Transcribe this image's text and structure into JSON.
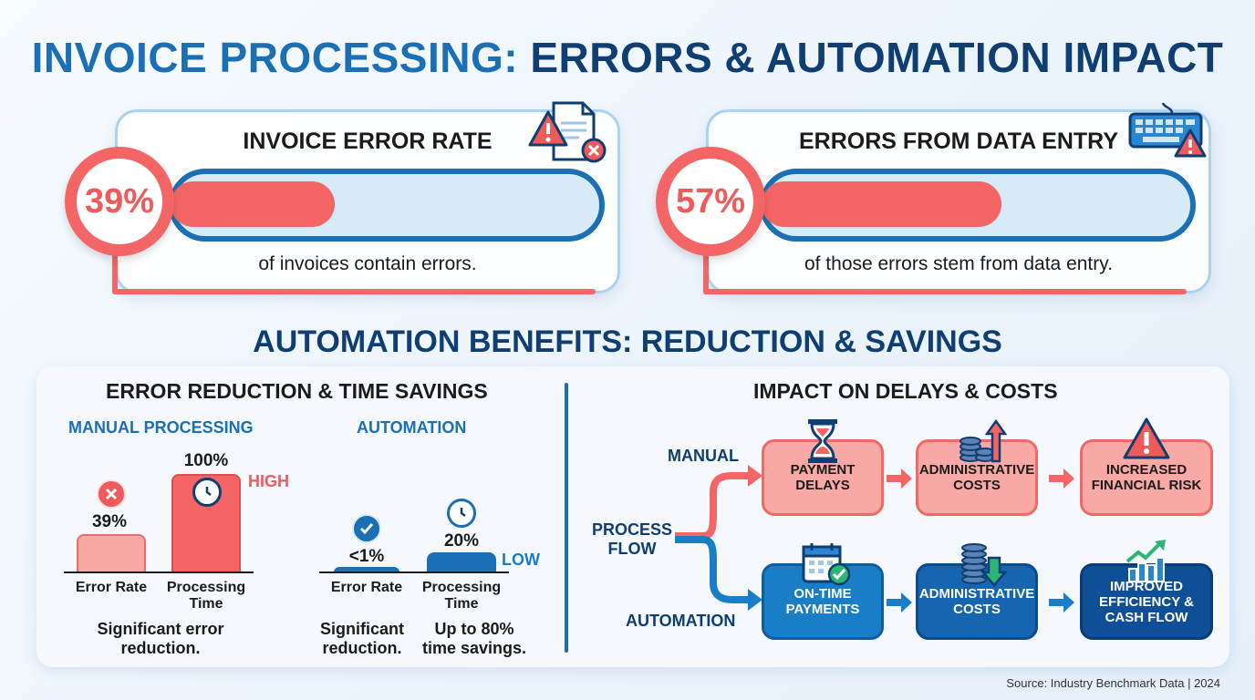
{
  "title": {
    "part1": "INVOICE PROCESSING:",
    "part2": "ERRORS & AUTOMATION IMPACT"
  },
  "cards": [
    {
      "title": "INVOICE ERROR RATE",
      "value": "39%",
      "fill_pct": 39,
      "caption": "of invoices contain errors.",
      "icon": "invoice-error-icon"
    },
    {
      "title": "ERRORS FROM DATA ENTRY",
      "value": "57%",
      "fill_pct": 57,
      "caption": "of those errors stem from data entry.",
      "icon": "keyboard-warning-icon"
    }
  ],
  "section_title": "AUTOMATION BENEFITS: REDUCTION & SAVINGS",
  "left_panel": {
    "title": "ERROR REDUCTION & TIME SAVINGS",
    "manual": {
      "label": "MANUAL PROCESSING",
      "error_value": "39%",
      "error_label": "Error Rate",
      "time_value": "100%",
      "time_label_1": "Processing",
      "time_label_2": "Time",
      "level_tag": "HIGH",
      "summary_1": "Significant error",
      "summary_2": "reduction."
    },
    "automation": {
      "label": "AUTOMATION",
      "error_value": "<1%",
      "error_label": "Error Rate",
      "time_value": "20%",
      "time_label_1": "Processing",
      "time_label_2": "Time",
      "level_tag": "LOW",
      "summary_a1": "Significant",
      "summary_a2": "reduction.",
      "summary_b1": "Up to 80%",
      "summary_b2": "time savings."
    }
  },
  "right_panel": {
    "title": "IMPACT ON DELAYS & COSTS",
    "manual_label": "MANUAL",
    "process_label_1": "PROCESS",
    "process_label_2": "FLOW",
    "automation_label": "AUTOMATION",
    "manual_boxes": [
      {
        "line1": "PAYMENT",
        "line2": "DELAYS",
        "icon": "hourglass-icon"
      },
      {
        "line1": "ADMINISTRATIVE",
        "line2": "COSTS",
        "icon": "coins-up-icon"
      },
      {
        "line1": "INCREASED",
        "line2": "FINANCIAL RISK",
        "icon": "warning-icon"
      }
    ],
    "automation_boxes": [
      {
        "line1": "ON-TIME",
        "line2": "PAYMENTS",
        "icon": "calendar-check-icon"
      },
      {
        "line1": "ADMINISTRATIVE",
        "line2": "COSTS",
        "icon": "coins-down-icon"
      },
      {
        "line1": "IMPROVED",
        "line2": "EFFICIENCY &",
        "line3": "CASH FLOW",
        "icon": "growth-chart-icon"
      }
    ]
  },
  "source": "Source: Industry Benchmark Data | 2024",
  "colors": {
    "red": "#f46565",
    "blue": "#1a6fb5",
    "navy": "#0f3e73"
  }
}
